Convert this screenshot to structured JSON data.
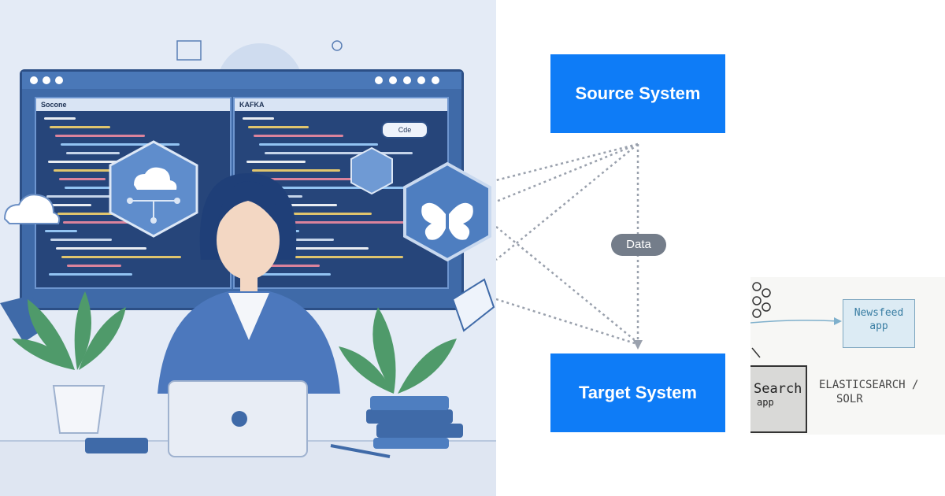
{
  "illustration": {
    "left_pane_title": "Socone",
    "right_pane_title": "KAFKA",
    "chip_label": "Cde",
    "colors": {
      "panel_bg": "#e4ebf6",
      "monitor": "#3f6aa8",
      "pane": "#26457a"
    }
  },
  "diagram": {
    "source_label": "Source System",
    "target_label": "Target System",
    "data_label": "Data",
    "colors": {
      "box": "#0e7cf7",
      "badge": "#747d8a",
      "arrow": "#9aa1ad"
    }
  },
  "sketch": {
    "newsfeed_line1": "Newsfeed",
    "newsfeed_line2": "app",
    "search_line1": "Search",
    "search_line2": "app",
    "es_line1": "ELASTICSEARCH /",
    "es_line2": "SOLR"
  }
}
